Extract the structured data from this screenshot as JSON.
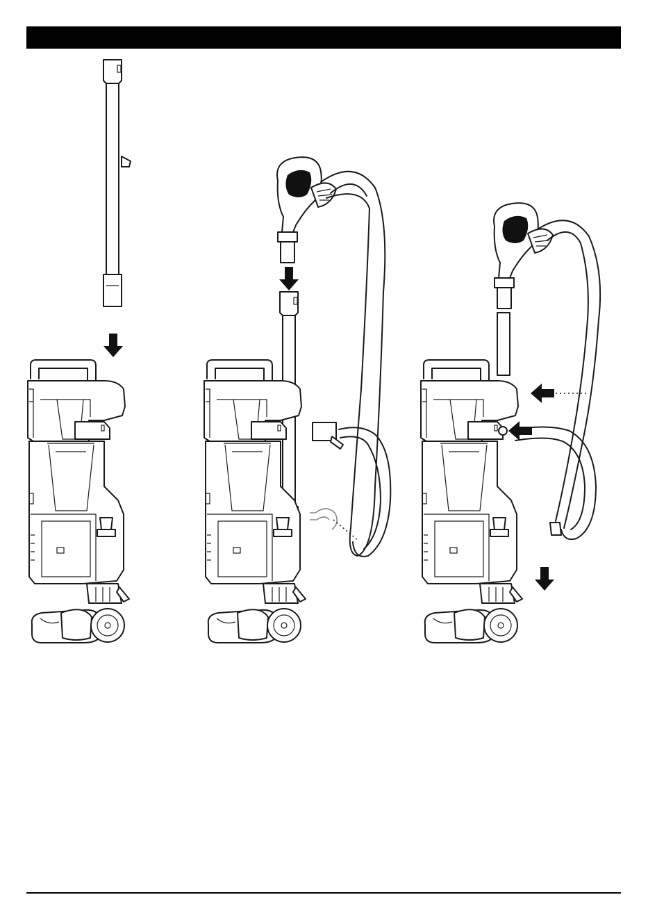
{
  "page": {
    "header_bar_color": "#000000",
    "footer_rule_color": "#000000"
  },
  "figures": [
    {
      "id": "step-1",
      "icons": [
        "wand-icon",
        "arrow-down-icon",
        "vacuum-body-icon"
      ]
    },
    {
      "id": "step-2",
      "icons": [
        "handle-hose-icon",
        "arrow-down-icon",
        "hose-clip-icon",
        "vacuum-body-icon"
      ]
    },
    {
      "id": "step-3",
      "icons": [
        "handle-hose-icon",
        "arrow-left-icon",
        "arrow-left-icon",
        "arrow-down-icon",
        "vacuum-body-icon"
      ]
    }
  ]
}
